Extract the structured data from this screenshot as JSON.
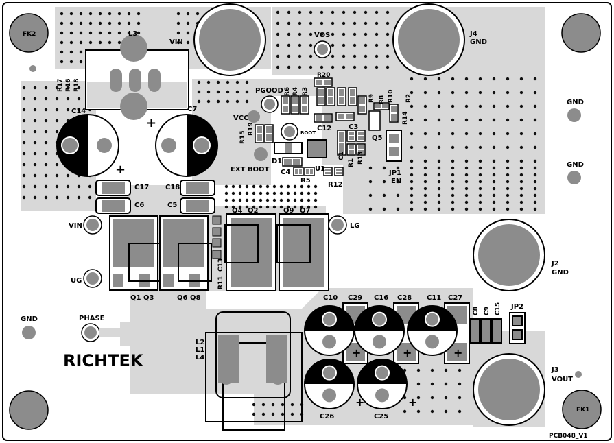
{
  "board": {
    "pcb_id": "PCB048_V1",
    "logo": "RICHTEK",
    "colors": {
      "background": "#ffffff",
      "copper": "#d8d8d8",
      "pad": "#8c8c8c",
      "pad_dark": "#6e6e6e",
      "silk": "#000000",
      "outline": "#000000"
    }
  },
  "labels": {
    "fk2": "FK2",
    "fk1": "FK1",
    "l3": "L3",
    "vin_top": "VIN",
    "vos": "VOS",
    "j4": "J4",
    "j4_gnd": "GND",
    "r17": "R17",
    "r16": "R16",
    "r18": "R18",
    "r20": "R20",
    "pgood": "PGOOD",
    "r6": "R6",
    "r4": "R4",
    "r3": "R3",
    "r9": "R9",
    "r10": "R10",
    "r2": "R2",
    "r8": "R8",
    "r14": "R14",
    "c14": "C14",
    "c7": "C7",
    "vcc": "VCC",
    "r15": "R15",
    "r19": "R19",
    "boot": "BOOT",
    "c12": "C12",
    "c3": "C3",
    "q5": "Q5",
    "gnd_r1": "GND",
    "gnd_r2": "GND",
    "ext_boot": "EXT BOOT",
    "d1": "D1",
    "c4": "C4",
    "u1": "U1",
    "c1": "C1",
    "r1": "R1",
    "r13": "R13",
    "r5": "R5",
    "r12": "R12",
    "jp1": "JP1",
    "en": "EN",
    "c17": "C17",
    "c18": "C18",
    "c6": "C6",
    "c5": "C5",
    "q4": "Q4",
    "q2": "Q2",
    "q9": "Q9",
    "q7": "Q7",
    "vin_left": "VIN",
    "lg": "LG",
    "ug": "UG",
    "r11": "R11",
    "c13": "C13",
    "q1q3": "Q1 Q3",
    "q6q8": "Q6 Q8",
    "j2": "J2",
    "j2_gnd": "GND",
    "gnd_left": "GND",
    "phase": "PHASE",
    "c10": "C10",
    "c29": "C29",
    "c16": "C16",
    "c28": "C28",
    "c11": "C11",
    "c27": "C27",
    "c8": "C8",
    "c9": "C9",
    "c15": "C15",
    "jp2": "JP2",
    "l2": "L2",
    "l1": "L1",
    "l4": "L4",
    "c26": "C26",
    "c25": "C25",
    "j3": "J3",
    "vout": "VOUT"
  }
}
